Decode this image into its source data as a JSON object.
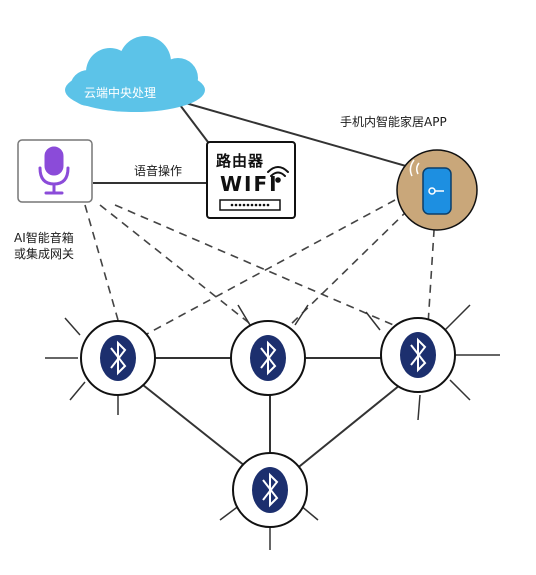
{
  "cloud": {
    "label": "云端中央处理"
  },
  "router": {
    "title": "路由器",
    "wifi": "WIFI"
  },
  "voice_link_label": "语音操作",
  "phone_app_label": "手机内智能家居APP",
  "speaker_label": {
    "line1": "AI智能音箱",
    "line2": "或集成网关"
  },
  "colors": {
    "cloud": "#5cc3e8",
    "phone_circle": "#c9a77a",
    "phone_body": "#1d8fe1",
    "bt_ring": "#1c2f6e",
    "mic": "#8b4bd9"
  },
  "icons": [
    "microphone-icon",
    "wifi-icon",
    "bluetooth-icon",
    "phone-icon"
  ]
}
